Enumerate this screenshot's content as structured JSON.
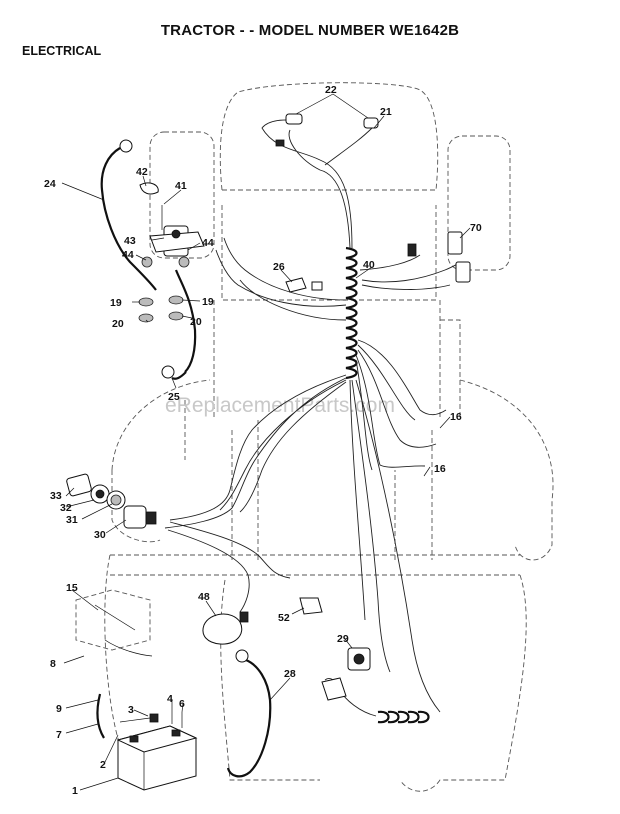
{
  "title": "TRACTOR - - MODEL NUMBER WE1642B",
  "subtitle": "ELECTRICAL",
  "watermark": "eReplacementParts.com",
  "callouts": {
    "c1": "1",
    "c2": "2",
    "c3": "3",
    "c4": "4",
    "c6": "6",
    "c7": "7",
    "c8": "8",
    "c9": "9",
    "c15": "15",
    "c16a": "16",
    "c16b": "16",
    "c19a": "19",
    "c19b": "19",
    "c20a": "20",
    "c20b": "20",
    "c21": "21",
    "c22": "22",
    "c24": "24",
    "c25": "25",
    "c26": "26",
    "c28": "28",
    "c29": "29",
    "c30": "30",
    "c31": "31",
    "c32": "32",
    "c33": "33",
    "c40": "40",
    "c41": "41",
    "c42": "42",
    "c43": "43",
    "c44a": "44",
    "c44b": "44",
    "c48": "48",
    "c52": "52",
    "c70": "70"
  }
}
